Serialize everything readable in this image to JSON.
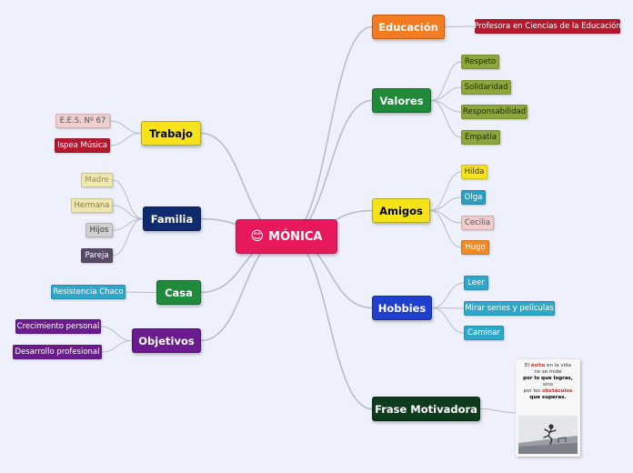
{
  "central": {
    "emoji": "😊",
    "label": "MÓNICA",
    "color": "#e8195a"
  },
  "branches": {
    "educacion": {
      "label": "Educación",
      "color": "#f47b20",
      "text": "#ffffff",
      "children": [
        {
          "label": "Profesora en Ciencias de la Educación",
          "color": "#b5172e",
          "text": "#ffffff"
        }
      ]
    },
    "valores": {
      "label": "Valores",
      "color": "#1e8a3a",
      "text": "#ffffff",
      "children": [
        {
          "label": "Respeto",
          "color": "#8da83a",
          "text": "#1b2a00"
        },
        {
          "label": "Solidaridad",
          "color": "#8da83a",
          "text": "#1b2a00"
        },
        {
          "label": "Responsabilidad",
          "color": "#8da83a",
          "text": "#1b2a00"
        },
        {
          "label": "Empatía",
          "color": "#8da83a",
          "text": "#1b2a00"
        }
      ]
    },
    "amigos": {
      "label": "Amigos",
      "color": "#f5e21a",
      "text": "#000000",
      "children": [
        {
          "label": "Hilda",
          "color": "#f5e21a",
          "text": "#333333"
        },
        {
          "label": "Olga",
          "color": "#2a9fc2",
          "text": "#ffffff"
        },
        {
          "label": "Cecilia",
          "color": "#f0cccc",
          "text": "#555555"
        },
        {
          "label": "Hugo",
          "color": "#f08a28",
          "text": "#ffffff"
        }
      ]
    },
    "hobbies": {
      "label": "Hobbies",
      "color": "#1f3fcf",
      "text": "#ffffff",
      "children": [
        {
          "label": "Leer",
          "color": "#2fa7c8",
          "text": "#ffffff"
        },
        {
          "label": "Mirar series y películas",
          "color": "#2fa7c8",
          "text": "#ffffff"
        },
        {
          "label": "Caminar",
          "color": "#2fa7c8",
          "text": "#ffffff"
        }
      ]
    },
    "frase": {
      "label": "Frase Motivadora",
      "color": "#0e3b1c",
      "text": "#ffffff"
    },
    "trabajo": {
      "label": "Trabajo",
      "color": "#f5e21a",
      "text": "#000000",
      "children": [
        {
          "label": "E.E.S. Nº 67",
          "color": "#efcece",
          "text": "#555555"
        },
        {
          "label": "Ispea Música",
          "color": "#b5172e",
          "text": "#ffffff"
        }
      ]
    },
    "familia": {
      "label": "Familia",
      "color": "#0f2a6e",
      "text": "#ffffff",
      "children": [
        {
          "label": "Madre",
          "color": "#efe7b0",
          "text": "#9a8c55"
        },
        {
          "label": "Hermana",
          "color": "#efe7b0",
          "text": "#8a7c45"
        },
        {
          "label": "Hijos",
          "color": "#d0d0d0",
          "text": "#333333"
        },
        {
          "label": "Pareja",
          "color": "#5a4a6a",
          "text": "#ffffff"
        }
      ]
    },
    "casa": {
      "label": "Casa",
      "color": "#1e8a3a",
      "text": "#ffffff",
      "children": [
        {
          "label": "Resistencia Chaco",
          "color": "#2fa7c8",
          "text": "#ffffff"
        }
      ]
    },
    "objetivos": {
      "label": "Objetivos",
      "color": "#6a1b8e",
      "text": "#ffffff",
      "children": [
        {
          "label": "Crecimiento personal",
          "color": "#6a1b8e",
          "text": "#ffffff"
        },
        {
          "label": "Desarrollo profesional",
          "color": "#6a1b8e",
          "text": "#ffffff"
        }
      ]
    }
  },
  "quote": {
    "line1": "El",
    "exito": "éxito",
    "line1b": "en la vida",
    "line2": "no se mide",
    "line3": "por lo que logras,",
    "line4": "sino",
    "line5a": "por los",
    "obstaculos": "obstáculos",
    "line6": "que superas."
  },
  "link_color": "#b8bcc8"
}
